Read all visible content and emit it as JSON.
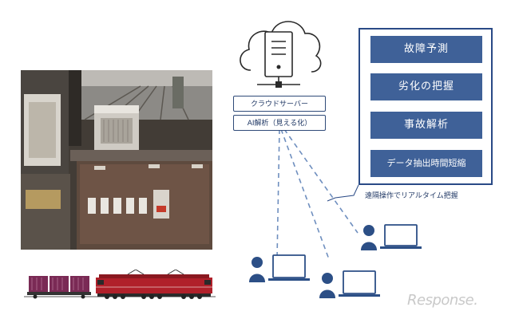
{
  "server": {
    "cloud_label": "クラウドサーバー",
    "ai_label": "AI解析（見える化）"
  },
  "panel": {
    "items": [
      "故障予測",
      "劣化の把握",
      "事故解析",
      "データ抽出時間短縮"
    ]
  },
  "caption": "遠隔操作でリアルタイム把握",
  "watermark": "Response.",
  "colors": {
    "navy": "#1f3764",
    "panel_fill": "#3f6198",
    "user_blue": "#2c4f86",
    "dashed_line": "#6f8fbf",
    "train_red": "#b0202a",
    "container_purple": "#7a2a55"
  },
  "icons": [
    "cloud-icon",
    "server-icon",
    "user-icon",
    "laptop-icon"
  ]
}
